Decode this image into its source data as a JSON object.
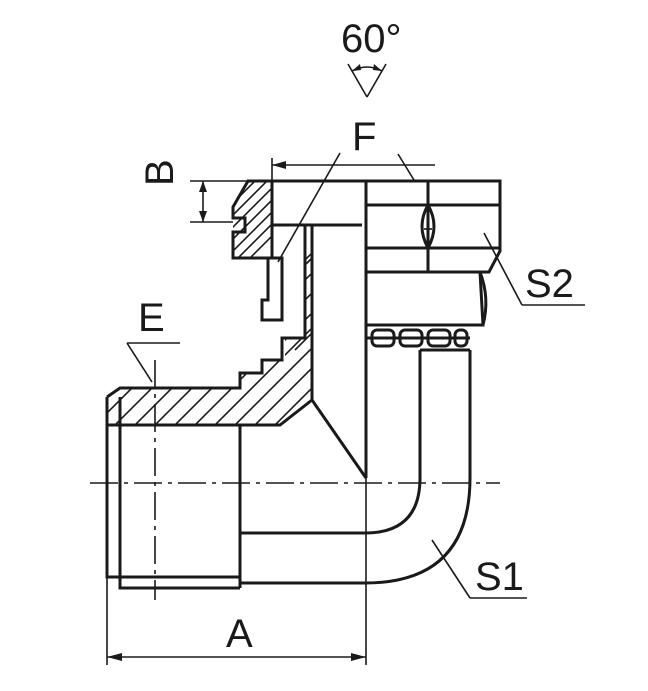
{
  "labels": {
    "angle": "60°",
    "f": "F",
    "b": "B",
    "e": "E",
    "s2": "S2",
    "s1": "S1",
    "a": "A"
  },
  "colors": {
    "line": "#1a1a1a",
    "background": "#ffffff"
  }
}
